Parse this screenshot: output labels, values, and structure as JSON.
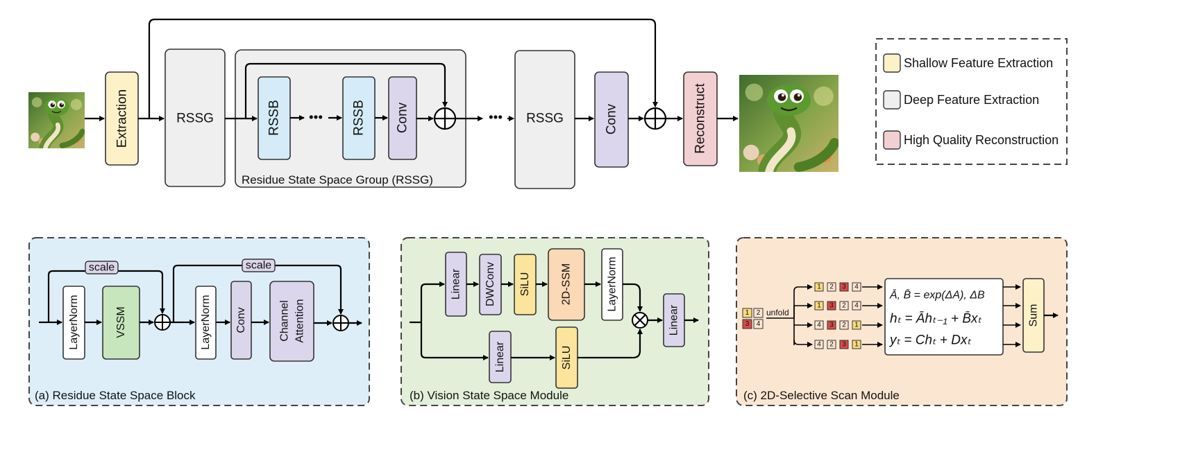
{
  "main": {
    "extraction": "Extraction",
    "rssg_1": "RSSG",
    "rssb_1": "RSSB",
    "dots_1": "•••",
    "rssb_2": "RSSB",
    "conv_inner": "Conv",
    "dots_2": "•••",
    "rssg_2": "RSSG",
    "conv_outer": "Conv",
    "reconstruct": "Reconstruct",
    "group_caption": "Residue State Space Group (RSSG)"
  },
  "legend": {
    "shallow": "Shallow Feature Extraction",
    "deep": "Deep Feature Extraction",
    "hq": "High Quality Reconstruction"
  },
  "panel_a": {
    "caption": "(a) Residue State Space Block",
    "scale_1": "scale",
    "scale_2": "scale",
    "layernorm_1": "LayerNorm",
    "vssm": "VSSM",
    "layernorm_2": "LayerNorm",
    "conv": "Conv",
    "channel": "Channel",
    "attention": "Attention"
  },
  "panel_b": {
    "caption": "(b) Vision State Space Module",
    "linear_1": "Linear",
    "dwconv": "DWConv",
    "silu_1": "SiLU",
    "ssm2d": "2D-SSM",
    "layernorm": "LayerNorm",
    "linear_2": "Linear",
    "silu_2": "SiLU",
    "linear_out": "Linear"
  },
  "panel_c": {
    "caption": "(c) 2D-Selective Scan Module",
    "unfold": "unfold",
    "input_grid": [
      "1",
      "2",
      "3",
      "4"
    ],
    "sequences": [
      [
        "1",
        "2",
        "3",
        "4"
      ],
      [
        "1",
        "3",
        "2",
        "4"
      ],
      [
        "4",
        "3",
        "2",
        "1"
      ],
      [
        "4",
        "2",
        "3",
        "1"
      ]
    ],
    "eq_1": "Ā, B̄ = exp(ΔA), ΔB",
    "eq_2": "hₜ = Āhₜ₋₁ + B̄xₜ",
    "eq_3": "yₜ = Chₜ + Dxₜ",
    "sum": "Sum"
  },
  "colors": {
    "shallow": "#fdf1c8",
    "deep": "#efefef",
    "hq": "#f2cfd1",
    "rssb": "#d5ecf8",
    "conv": "#dcd6ec",
    "vssm": "#c8e6be",
    "silu": "#fbe49b",
    "ssm2d": "#fbd8b6",
    "panel_a_bg": "#deeef9",
    "panel_b_bg": "#e3efd9",
    "panel_c_bg": "#fbe6d2",
    "cell_yellow": "#f7dc7a",
    "cell_red": "#d94b47"
  },
  "images": {
    "input": "low-resolution-snake-image",
    "output": "high-resolution-snake-image"
  }
}
